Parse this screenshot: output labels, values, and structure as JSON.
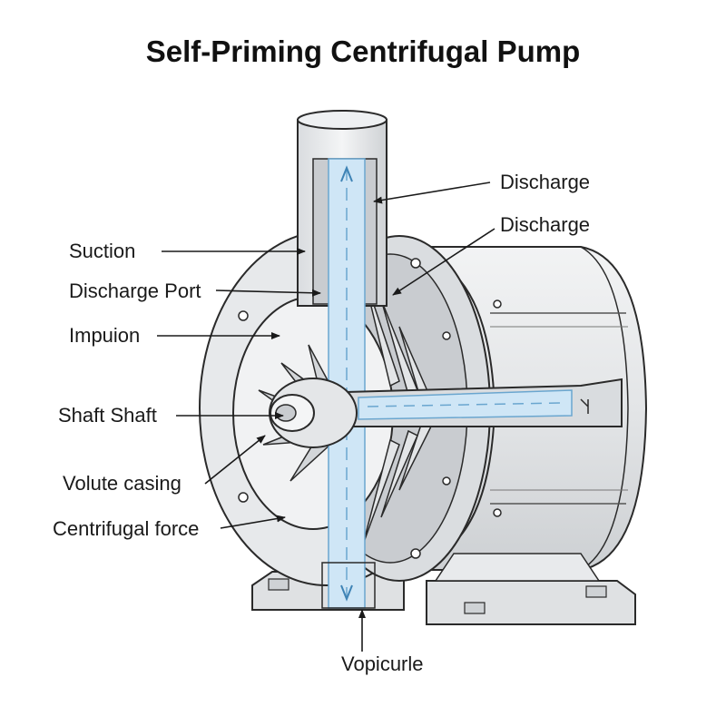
{
  "title": "Self-Priming Centrifugal Pump",
  "labels": {
    "discharge_top": "Discharge",
    "discharge_second": "Discharge",
    "suction": "Suction",
    "discharge_port": "Discharge Port",
    "impuion": "Impuion",
    "shaft": "Shaft Shaft",
    "volute_casing": "Volute casing",
    "centrifugal_force": "Centrifugal force",
    "vopicurle": "Vopicurle"
  },
  "colors": {
    "water": "#cfe6f6",
    "water_stroke": "#6aa6cf",
    "metal_light": "#eceef0",
    "metal_mid": "#d6d9dc",
    "metal_dark": "#b7bbbf",
    "outline": "#2a2a2a"
  }
}
